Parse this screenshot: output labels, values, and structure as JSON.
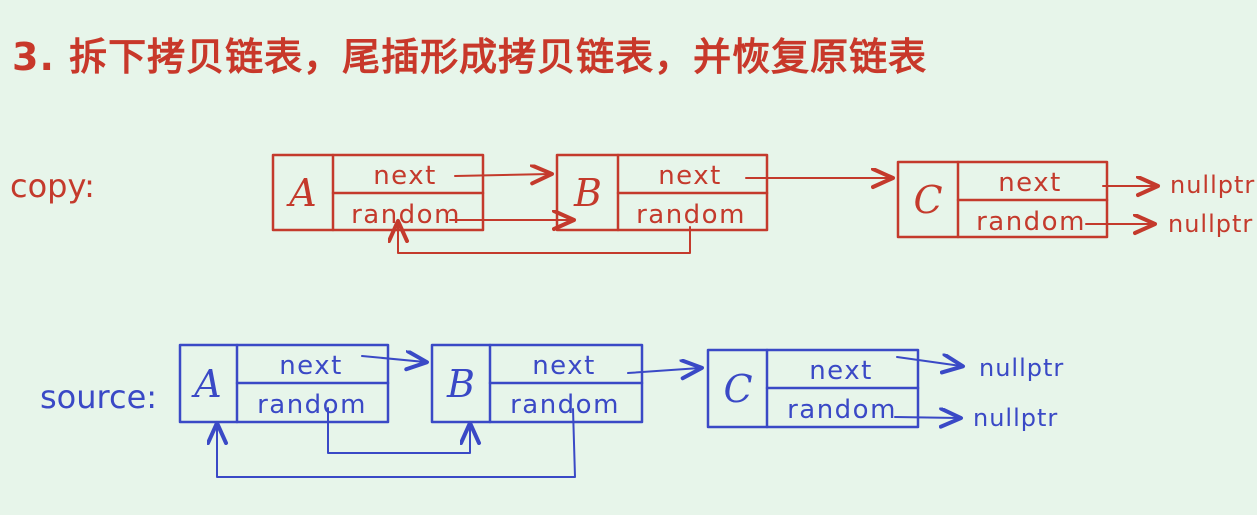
{
  "title": {
    "text": "3. 拆下拷贝链表，尾插形成拷贝链表，并恢复原链表",
    "color": "#c8382a"
  },
  "colors": {
    "background": "#e7f5ea",
    "copy_red": "#c43a2c",
    "source_blue": "#3a49c6"
  },
  "copy_list": {
    "label": "copy:",
    "nodes": [
      {
        "letter": "A",
        "next_label": "next",
        "random_label": "random"
      },
      {
        "letter": "B",
        "next_label": "next",
        "random_label": "random"
      },
      {
        "letter": "C",
        "next_label": "next",
        "random_label": "random"
      }
    ],
    "terminals": {
      "next": "nullptr",
      "random": "nullptr"
    },
    "pointers": {
      "A_next": "B",
      "A_random": "B",
      "B_next": "C",
      "B_random": "A",
      "C_next": "nullptr",
      "C_random": "nullptr"
    }
  },
  "source_list": {
    "label": "source:",
    "nodes": [
      {
        "letter": "A",
        "next_label": "next",
        "random_label": "random"
      },
      {
        "letter": "B",
        "next_label": "next",
        "random_label": "random"
      },
      {
        "letter": "C",
        "next_label": "next",
        "random_label": "random"
      }
    ],
    "terminals": {
      "next": "nullptr",
      "random": "nullptr"
    },
    "pointers": {
      "A_next": "B",
      "A_random": "B",
      "B_next": "C",
      "B_random": "A",
      "C_next": "nullptr",
      "C_random": "nullptr"
    }
  }
}
